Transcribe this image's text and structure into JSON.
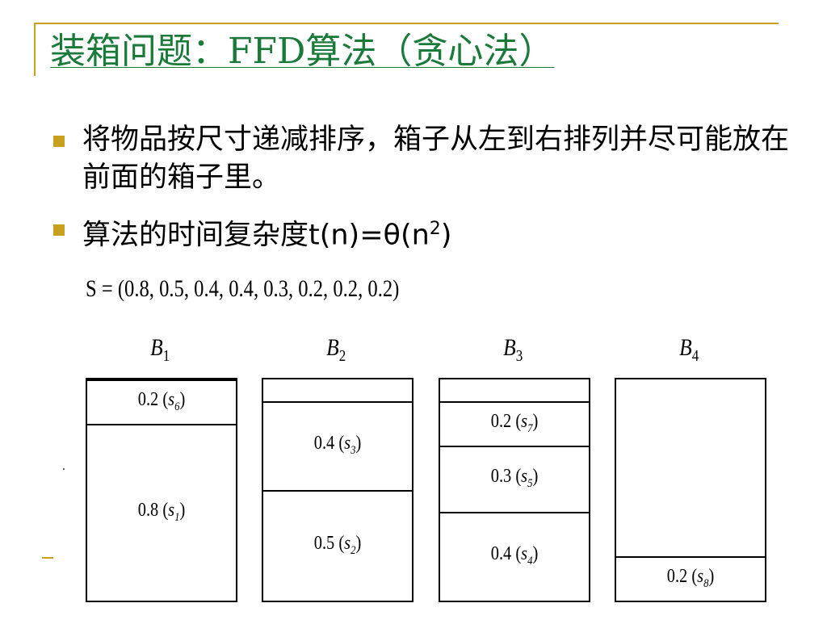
{
  "slide": {
    "title": "装箱问题：FFD算法（贪心法）",
    "bullets": [
      {
        "text": "将物品按尺寸递减排序，箱子从左到右排列并尽可能放在前面的箱子里。"
      },
      {
        "text_prefix": "算法的时间复杂度t(n)=θ(n",
        "sup": "2",
        "text_suffix": ")"
      }
    ],
    "formula": "S = (0.8, 0.5, 0.4, 0.4, 0.3, 0.2, 0.2, 0.2)"
  },
  "bins": [
    {
      "label": "B",
      "sub": "1",
      "items": [
        {
          "size": 0.2,
          "text": "0.2",
          "var": "s",
          "varsub": "6"
        },
        {
          "size": 0.8,
          "text": "0.8",
          "var": "s",
          "varsub": "1"
        }
      ]
    },
    {
      "label": "B",
      "sub": "2",
      "items": [
        {
          "size": 0.4,
          "text": "0.4",
          "var": "s",
          "varsub": "3"
        },
        {
          "size": 0.5,
          "text": "0.5",
          "var": "s",
          "varsub": "2"
        }
      ]
    },
    {
      "label": "B",
      "sub": "3",
      "items": [
        {
          "size": 0.2,
          "text": "0.2",
          "var": "s",
          "varsub": "7"
        },
        {
          "size": 0.3,
          "text": "0.3",
          "var": "s",
          "varsub": "5"
        },
        {
          "size": 0.4,
          "text": "0.4",
          "var": "s",
          "varsub": "4"
        }
      ]
    },
    {
      "label": "B",
      "sub": "4",
      "items": [
        {
          "size": 0.2,
          "text": "0.2",
          "var": "s",
          "varsub": "8"
        }
      ]
    }
  ],
  "colors": {
    "title": "#1a7a3a",
    "accent": "#c8a21e"
  }
}
